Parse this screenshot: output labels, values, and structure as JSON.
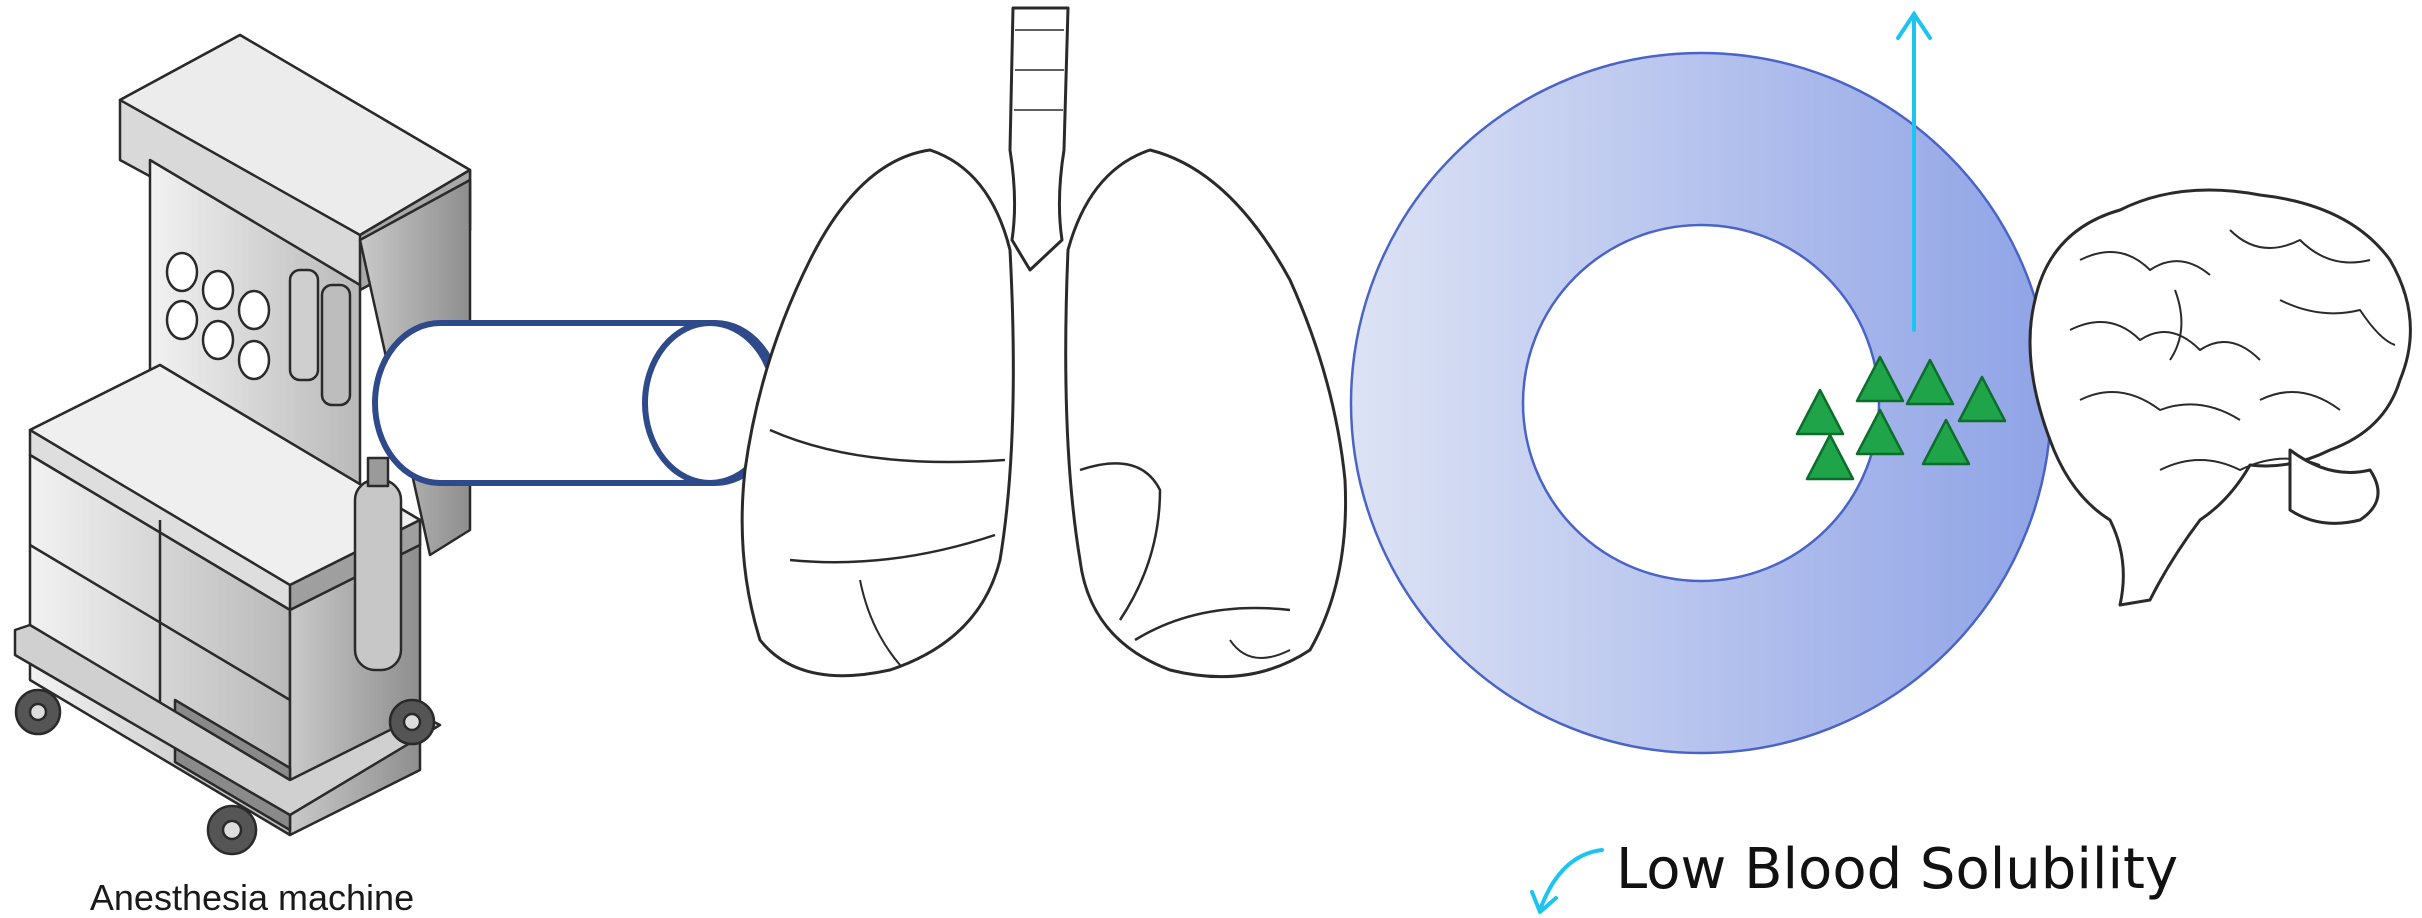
{
  "machine": {
    "label": "Anesthesia machine"
  },
  "blood": {
    "solubility_label": "Low Blood Solubility"
  },
  "colors": {
    "tube_stroke": "#2f4a8a",
    "ring_light": "#dde3f5",
    "ring_dark": "#8fa3e6",
    "ring_stroke": "#4a63c9",
    "particle_fill": "#1fa44a",
    "particle_stroke": "#0d6e2c",
    "arrow": "#1cc5f0",
    "sketch": "#2a2a2a"
  },
  "icons": {
    "machine": "anesthesia-machine-icon",
    "lungs": "lungs-icon",
    "brain": "brain-icon",
    "ring": "blood-ring",
    "particles": "anesthetic-particle-icon"
  },
  "particles": {
    "count": 7
  }
}
